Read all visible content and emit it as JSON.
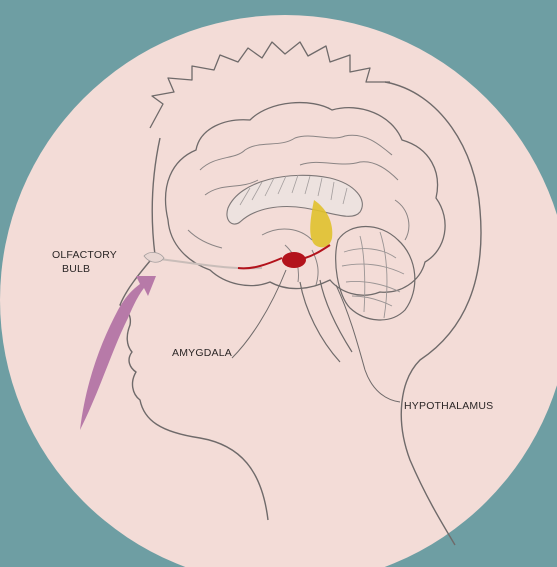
{
  "diagram": {
    "labels": {
      "olfactory_line1": "OLFACTORY",
      "olfactory_line2": "BULB",
      "amygdala": "AMYGDALA",
      "hypothalamus": "HYPOTHALAMUS"
    },
    "colors": {
      "background": "#6e9ea3",
      "disc": "#f3dcd7",
      "outline": "#6f6a6a",
      "airflow_arrow": "#b77aa8",
      "amygdala_fill": "#b3131c",
      "pathway": "#b3131c",
      "yellow_region": "#e0c12e"
    }
  }
}
